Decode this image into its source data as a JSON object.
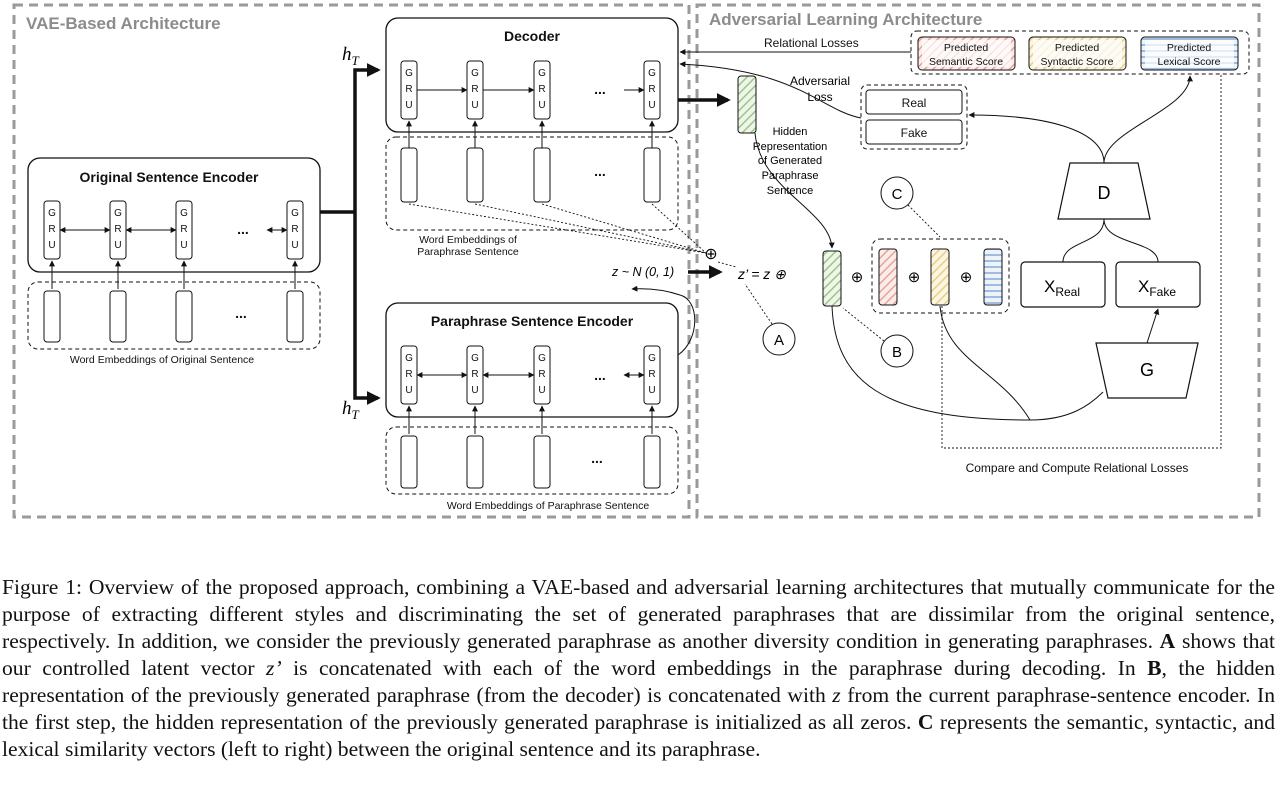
{
  "sections": {
    "vae_title": "VAE-Based Architecture",
    "adv_title": "Adversarial Learning Architecture"
  },
  "boxes": {
    "decoder": "Decoder",
    "original_encoder": "Original Sentence Encoder",
    "paraphrase_encoder": "Paraphrase Sentence Encoder"
  },
  "gru_letters": [
    "G",
    "R",
    "U"
  ],
  "ellipsis": "...",
  "hidden_state": {
    "h": "h",
    "sub": "T"
  },
  "word_embeddings": {
    "paraphrase_decoder": [
      "Word Embeddings of",
      "Paraphrase Sentence"
    ],
    "original": "Word Embeddings of Original Sentence",
    "paraphrase_encoder": "Word Embeddings of Paraphrase Sentence"
  },
  "adversarial": {
    "relational_losses": "Relational Losses",
    "adversarial_loss": [
      "Adversarial",
      "Loss"
    ],
    "scores": [
      {
        "line1": "Predicted",
        "line2": "Semantic Score",
        "color": "#f3c9c4"
      },
      {
        "line1": "Predicted",
        "line2": "Syntactic Score",
        "color": "#f3e6b8"
      },
      {
        "line1": "Predicted",
        "line2": "Lexical Score",
        "color": "#c9daf0"
      }
    ],
    "real": "Real",
    "fake": "Fake",
    "hidden_rep": [
      "Hidden",
      "Representation",
      "of Generated",
      "Paraphrase",
      "Sentence"
    ],
    "discriminator": "D",
    "generator": "G",
    "x_real": {
      "x": "X",
      "sub": "Real"
    },
    "x_fake": {
      "x": "X",
      "sub": "Fake"
    },
    "compare_label": "Compare and Compute Relational Losses"
  },
  "latent": {
    "z_prior": "z ~ N (0, 1)",
    "equation": "z’  =  z ⊕",
    "oplus": "⊕"
  },
  "markers": {
    "a": "A",
    "b": "B",
    "c": "C"
  },
  "vector_colors": {
    "hidden": "#cfe3c4",
    "semantic": "#f3c9c4",
    "syntactic": "#f3e6b8",
    "lexical": "#c9daf0"
  },
  "caption": {
    "figure_label": "Figure 1:",
    "part1": " Overview of the proposed approach, combining a VAE-based and adversarial learning architectures that mutually communicate for the purpose of extracting different styles and discriminating the set of generated paraphrases that are dissimilar from the original sentence, respectively. In addition, we consider the previously generated paraphrase as another diversity condition in generating paraphrases. ",
    "bold_a": "A",
    "part2": " shows that our controlled latent vector ",
    "zprime": "z’",
    "part3": " is concatenated with each of the word embeddings in the paraphrase during decoding. In ",
    "bold_b": "B",
    "part4": ", the hidden representation of the previously generated paraphrase (from the decoder) is concatenated with ",
    "z": "z",
    "part5": " from the current paraphrase-sentence encoder. In the first step, the hidden representation of the previously generated paraphrase is initialized as all zeros. ",
    "bold_c": "C",
    "part6": " represents the semantic, syntactic, and lexical similarity vectors (left to right) between the original sentence and its paraphrase."
  }
}
